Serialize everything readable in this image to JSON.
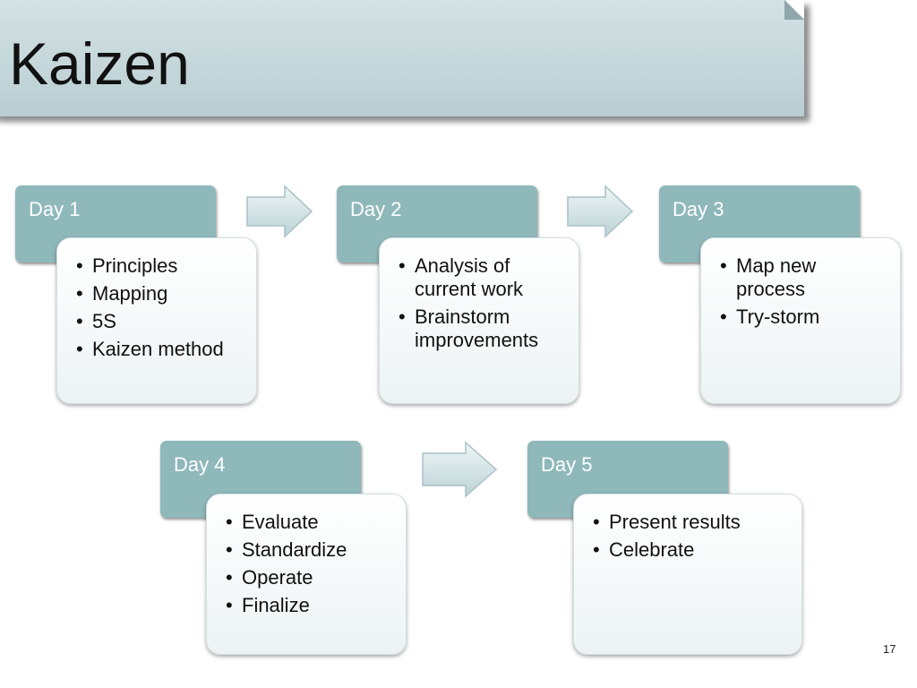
{
  "slide": {
    "title": "Kaizen",
    "page_number": "17"
  },
  "days": [
    {
      "label": "Day 1",
      "items": [
        "Principles",
        "Mapping",
        "5S",
        "Kaizen method"
      ]
    },
    {
      "label": "Day 2",
      "items": [
        "Analysis of current work",
        "Brainstorm improvements"
      ]
    },
    {
      "label": "Day 3",
      "items": [
        "Map new process",
        "Try-storm"
      ]
    },
    {
      "label": "Day 4",
      "items": [
        "Evaluate",
        "Standardize",
        "Operate",
        "Finalize"
      ]
    },
    {
      "label": "Day 5",
      "items": [
        "Present results",
        "Celebrate"
      ]
    }
  ],
  "colors": {
    "day_header": "#8fb8bb",
    "title_banner": "#c9d9dc",
    "arrow_fill": "#d6e7ea"
  }
}
